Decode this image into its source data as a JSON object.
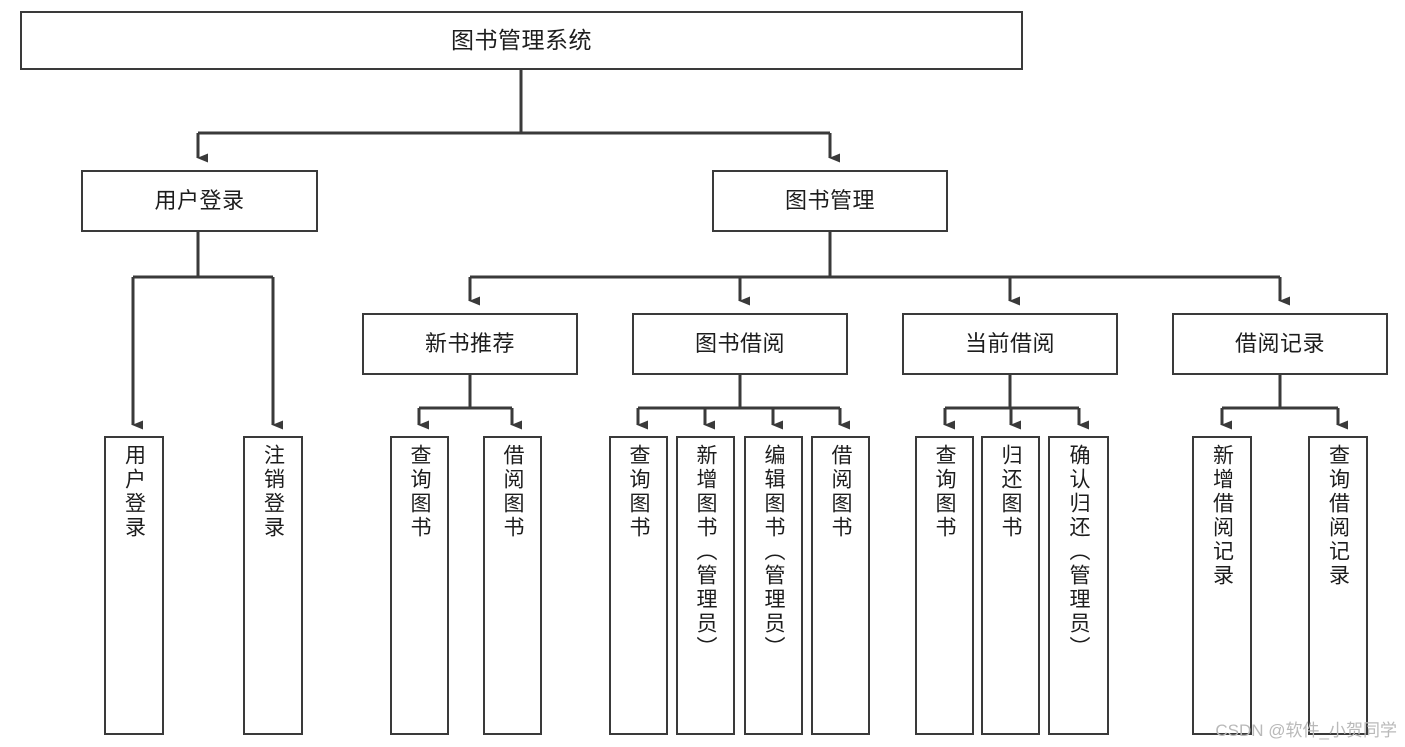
{
  "diagram": {
    "type": "tree-hierarchy",
    "title": "图书管理系统",
    "colors": {
      "box_border": "#3a3a3a",
      "box_fill": "#ffffff",
      "edge": "#3a3a3a",
      "text": "#1d1d1d",
      "watermark": "#b9b9b9",
      "background": "#ffffff"
    },
    "watermark": "CSDN @软件_小贺同学",
    "levels": {
      "root": {
        "label": "图书管理系统"
      },
      "level2": [
        {
          "label": "用户登录"
        },
        {
          "label": "图书管理"
        }
      ],
      "level3": [
        {
          "label": "新书推荐"
        },
        {
          "label": "图书借阅"
        },
        {
          "label": "当前借阅"
        },
        {
          "label": "借阅记录"
        }
      ],
      "leaves": {
        "user_login": [
          {
            "label": "用户登录"
          },
          {
            "label": "注销登录"
          }
        ],
        "new_book_recommend": [
          {
            "label": "查询图书"
          },
          {
            "label": "借阅图书"
          }
        ],
        "book_borrow": [
          {
            "label": "查询图书"
          },
          {
            "label": "新增图书（管理员）"
          },
          {
            "label": "编辑图书（管理员）"
          },
          {
            "label": "借阅图书"
          }
        ],
        "current_borrow": [
          {
            "label": "查询图书"
          },
          {
            "label": "归还图书"
          },
          {
            "label": "确认归还（管理员）"
          }
        ],
        "borrow_records": [
          {
            "label": "新增借阅记录"
          },
          {
            "label": "查询借阅记录"
          }
        ]
      }
    }
  }
}
